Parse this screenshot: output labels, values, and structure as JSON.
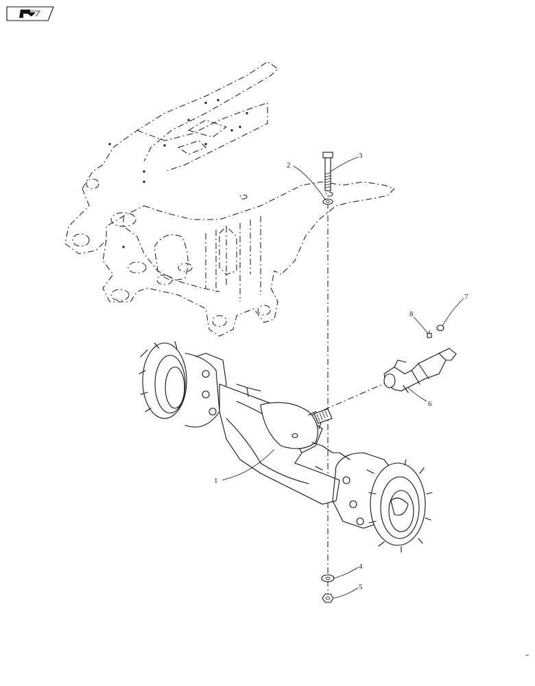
{
  "diagram": {
    "callouts": [
      {
        "id": "c1",
        "label": "1"
      },
      {
        "id": "c2",
        "label": "2"
      },
      {
        "id": "c3",
        "label": "3"
      },
      {
        "id": "c4",
        "label": "4"
      },
      {
        "id": "c5",
        "label": "5"
      },
      {
        "id": "c6",
        "label": "6"
      },
      {
        "id": "c7",
        "label": "7"
      },
      {
        "id": "c8",
        "label": "8"
      }
    ],
    "nav_icon": "return-arrow-icon",
    "colors": {
      "line": "#111111",
      "background": "#ffffff"
    }
  }
}
